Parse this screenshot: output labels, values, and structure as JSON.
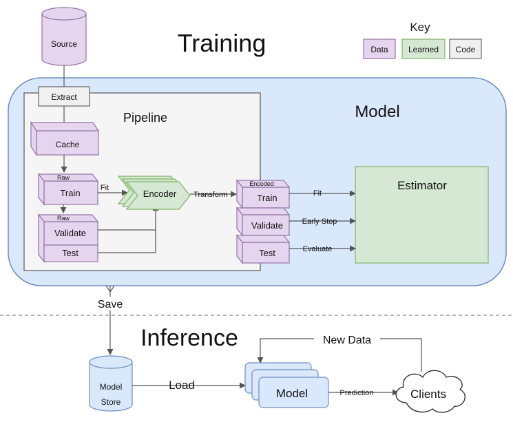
{
  "headings": {
    "training": "Training",
    "inference": "Inference",
    "model_region": "Model",
    "pipeline": "Pipeline"
  },
  "key": {
    "title": "Key",
    "data": "Data",
    "learned": "Learned",
    "code": "Code"
  },
  "nodes": {
    "source": "Source",
    "extract": "Extract",
    "cache": "Cache",
    "raw_train_tag": "Raw",
    "raw_train": "Train",
    "raw_validate_tag": "Raw",
    "raw_validate": "Validate",
    "raw_test": "Test",
    "encoder": "Encoder",
    "encoded_tag": "Encoded",
    "enc_train": "Train",
    "enc_validate": "Validate",
    "enc_test": "Test",
    "estimator": "Estimator",
    "model_store_line1": "Model",
    "model_store_line2": "Store",
    "model_stack": "Model",
    "clients": "Clients"
  },
  "edges": {
    "fit_encoder": "Fit",
    "transform": "Transform",
    "fit_estimator": "Fit",
    "early_stop": "Early Stop",
    "evaluate": "Evaluate",
    "save": "Save",
    "load": "Load",
    "prediction": "Prediction",
    "new_data": "New Data"
  },
  "colors": {
    "data": "#e6d5ee",
    "data_stroke": "#9673a6",
    "learned": "#d5e8d4",
    "learned_stroke": "#82b366",
    "code": "#f0f0f0",
    "code_stroke": "#666666",
    "model_region": "#dae8fc",
    "model_stroke": "#6c8ebf"
  }
}
